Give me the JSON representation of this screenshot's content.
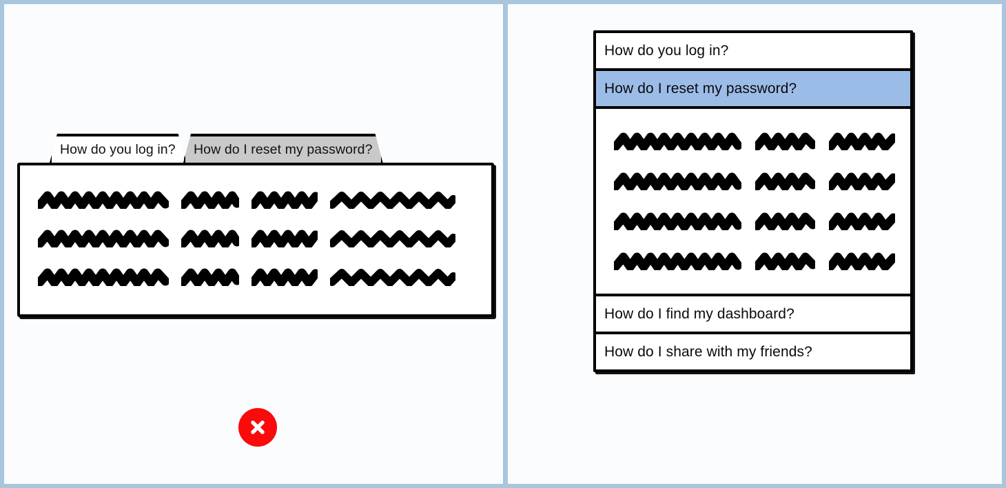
{
  "colors": {
    "frame": "#a9c6dc",
    "background": "#fbfcfe",
    "ink": "#000000",
    "tab_active_fill": "#c9c9c9",
    "tab_inactive_fill": "#ffffff",
    "accordion_selected_fill": "#9cbce8",
    "bad_badge": "#fa0a0a",
    "good_badge": "#4cb52c"
  },
  "left_example": {
    "pattern": "tabs",
    "verdict": "bad",
    "verdict_icon": "x-circle-icon",
    "tabs": [
      {
        "label": "How do you log in?",
        "selected": false
      },
      {
        "label": "How do I reset my password?",
        "selected": true
      }
    ],
    "content": {
      "placeholder": "scribble-text",
      "rows": 3,
      "segments_per_row": [
        210,
        90,
        100,
        190
      ]
    }
  },
  "right_example": {
    "pattern": "accordion",
    "verdict": "good",
    "verdict_icon": "check-circle-icon",
    "items": [
      {
        "label": "How do you log in?",
        "selected": false,
        "expanded": false
      },
      {
        "label": "How do I reset my password?",
        "selected": true,
        "expanded": true
      },
      {
        "label": "How do I find my dashboard?",
        "selected": false,
        "expanded": false
      },
      {
        "label": "How do I share with my friends?",
        "selected": false,
        "expanded": false
      }
    ],
    "content": {
      "placeholder": "scribble-text",
      "rows": 4,
      "segments_per_row": [
        200,
        90,
        100
      ]
    }
  }
}
